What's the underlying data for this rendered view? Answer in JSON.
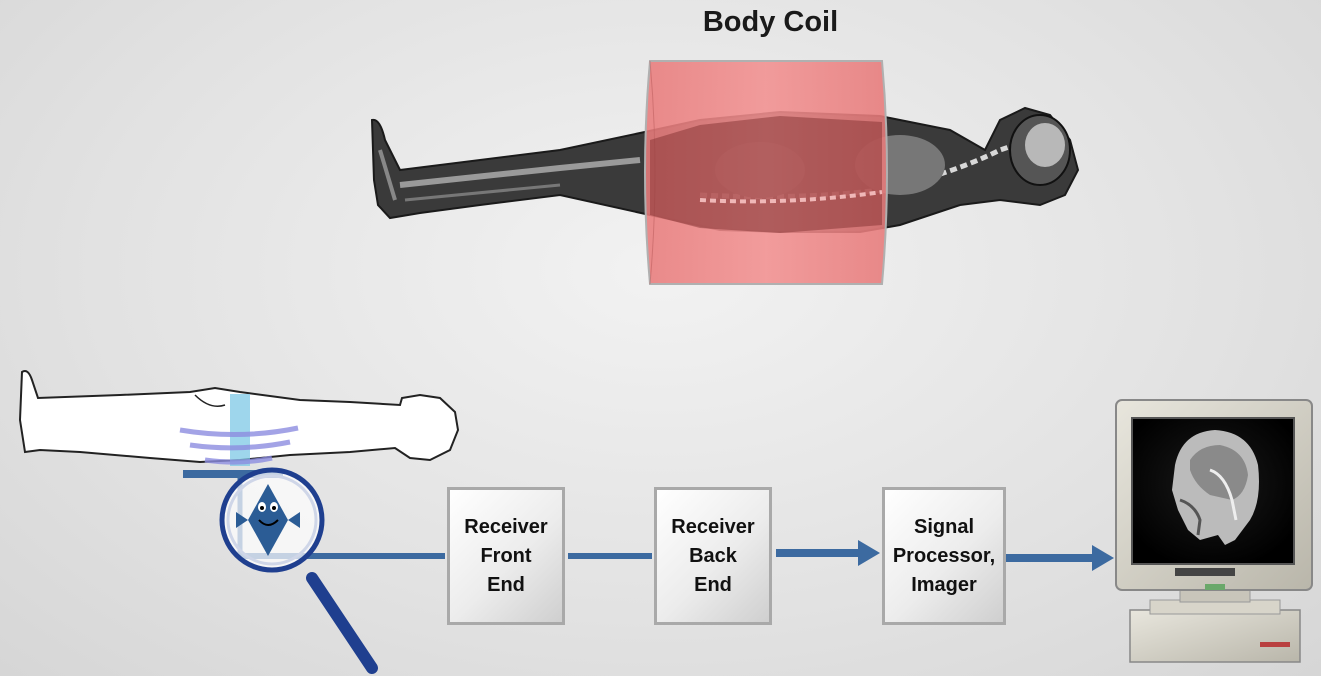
{
  "title": "Body Coil",
  "blocks": [
    {
      "lines": [
        "Receiver",
        "Front",
        "End"
      ]
    },
    {
      "lines": [
        "Receiver",
        "Back",
        "End"
      ]
    },
    {
      "lines": [
        "Signal",
        "Processor,",
        "Imager"
      ]
    }
  ],
  "colors": {
    "coil": "#ef8686",
    "signal_line": "#3c6aa0",
    "magnifier": "#1f3f8f",
    "spin": "#2b5c95"
  },
  "icons": {
    "body_scan": "body-anatomy-scan-icon",
    "patient_outline": "patient-outline-icon",
    "magnifier": "magnifier-icon",
    "spin": "spin-character-icon",
    "monitor": "computer-monitor-icon",
    "brain_image": "brain-mri-image-icon"
  }
}
